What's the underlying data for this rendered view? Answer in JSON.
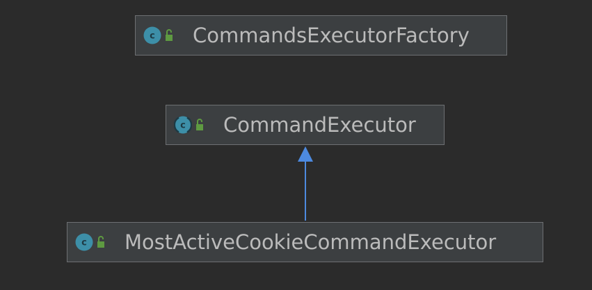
{
  "diagram": {
    "nodes": [
      {
        "name": "CommandsExecutorFactory",
        "kind": "class",
        "abstract": false,
        "visibility": "public"
      },
      {
        "name": "CommandExecutor",
        "kind": "class",
        "abstract": true,
        "visibility": "public"
      },
      {
        "name": "MostActiveCookieCommandExecutor",
        "kind": "class",
        "abstract": false,
        "visibility": "public"
      }
    ],
    "edges": [
      {
        "from": "MostActiveCookieCommandExecutor",
        "to": "CommandExecutor",
        "type": "extends"
      }
    ]
  },
  "colors": {
    "background": "#2b2b2b",
    "node_fill": "#3c3f41",
    "node_border": "#6e7073",
    "text": "#bbbbbb",
    "class_icon": "#3d8fa8",
    "lock_icon": "#5e9a41",
    "edge": "#4d8ae0"
  },
  "icons": {
    "class": "class-c-icon",
    "abstract_class": "abstract-class-c-icon",
    "visibility": "public-unlock-icon"
  }
}
